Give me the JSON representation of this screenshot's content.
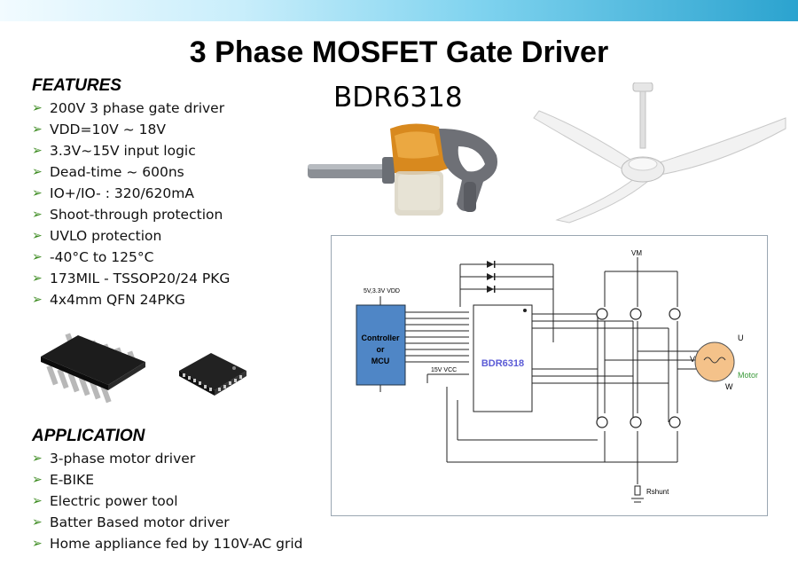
{
  "slide": {
    "title": "3 Phase MOSFET Gate Driver",
    "subtitle": "BDR6318"
  },
  "features": {
    "heading": "FEATURES",
    "items": [
      "200V 3 phase gate driver",
      "VDD=10V ~ 18V",
      "3.3V~15V input logic",
      "Dead-time ~ 600ns",
      "IO+/IO- : 320/620mA",
      "Shoot-through protection",
      "UVLO protection",
      "-40°C to 125°C",
      "173MIL - TSSOP20/24 PKG",
      "4x4mm QFN 24PKG"
    ]
  },
  "application": {
    "heading": "APPLICATION",
    "items": [
      "3-phase motor driver",
      "E-BIKE",
      "Electric power tool",
      "Batter Based motor driver",
      "Home appliance fed by 110V-AC grid"
    ]
  },
  "diagram": {
    "supply_label": "5V,3.3V VDD",
    "controller_label_1": "Controller",
    "controller_label_2": "or",
    "controller_label_3": "MCU",
    "vcc_label": "15V VCC",
    "chip_label": "BDR6318",
    "vm_label": "VM",
    "rshunt_label": "Rshunt",
    "motor_label": "Motor",
    "phase_u": "U",
    "phase_v": "V",
    "phase_w": "W"
  },
  "colors": {
    "bullet_arrow": "#3a8a1e",
    "controller_fill": "#4f86c6",
    "chip_label": "#5b5bd6",
    "motor_label": "#3a9a3a",
    "motor_body": "#f4c28a"
  }
}
